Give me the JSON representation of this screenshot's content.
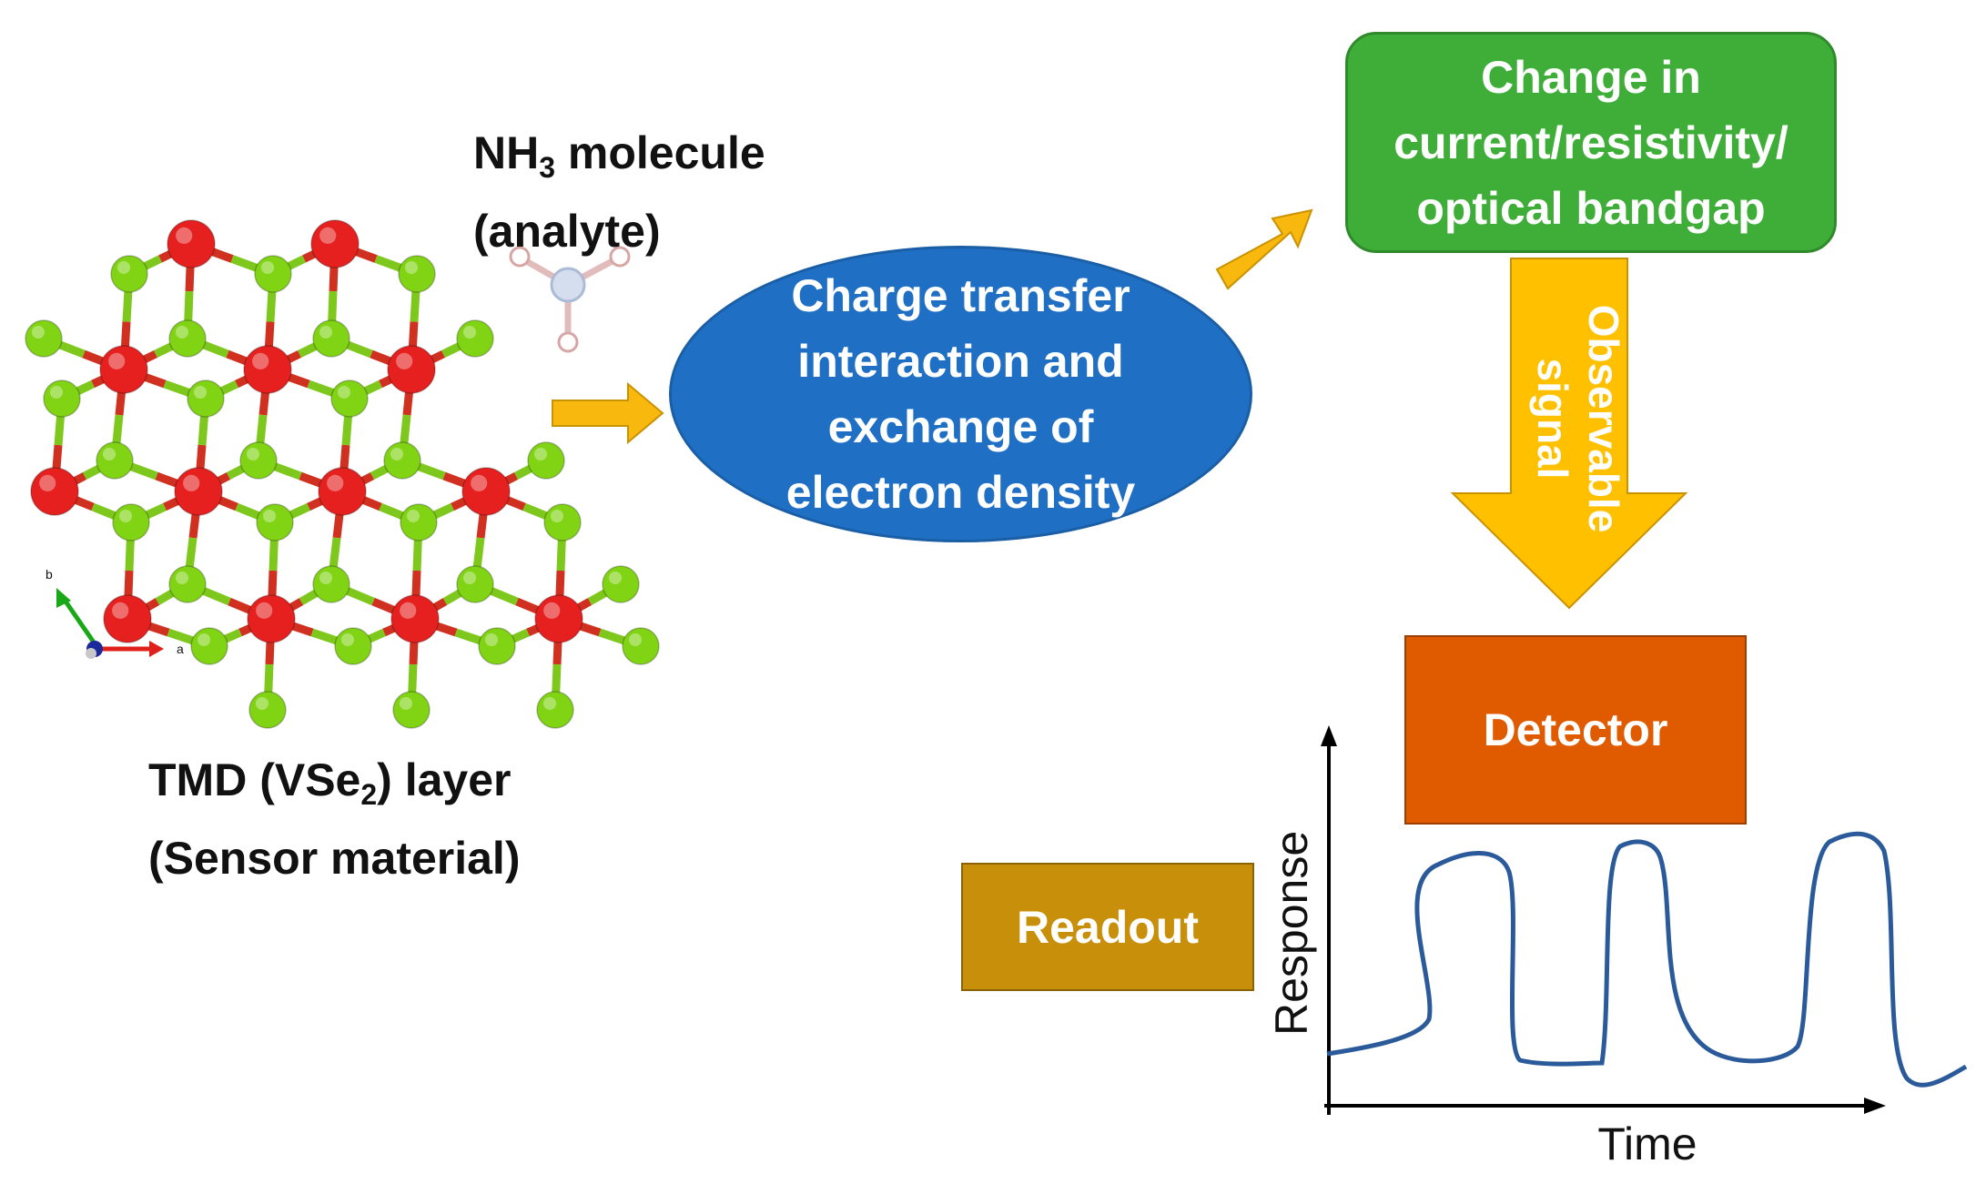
{
  "analyte": {
    "line1_main": "NH",
    "line1_sub": "3",
    "line1_rest": " molecule",
    "line2": "(analyte)"
  },
  "sensor": {
    "line1_pre": "TMD (VSe",
    "line1_sub": "2",
    "line1_post": ") layer",
    "line2": "(Sensor material)"
  },
  "lattice_axes": {
    "b": "b",
    "a": "a"
  },
  "interaction": {
    "lines": [
      "Charge transfer",
      "interaction and",
      "exchange of",
      "electron density"
    ]
  },
  "change": {
    "lines": [
      "Change in",
      "current/resistivity/",
      "optical bandgap"
    ]
  },
  "signal": {
    "line1": "Observable",
    "line2": "signal"
  },
  "detector": {
    "label": "Detector"
  },
  "readout": {
    "label": "Readout"
  },
  "response_plot": {
    "ylabel": "Response",
    "xlabel": "Time"
  },
  "colors": {
    "v_atom": "#e5201f",
    "se_atom": "#80d414",
    "bond_red": "#d03020",
    "bond_green": "#7ec81e",
    "ellipse": "#1f6fc5",
    "change_box": "#3fae39",
    "arrow": "#f9b80d",
    "detector": "#e05a00",
    "readout": "#c8900a",
    "curve": "#2a5a99"
  }
}
